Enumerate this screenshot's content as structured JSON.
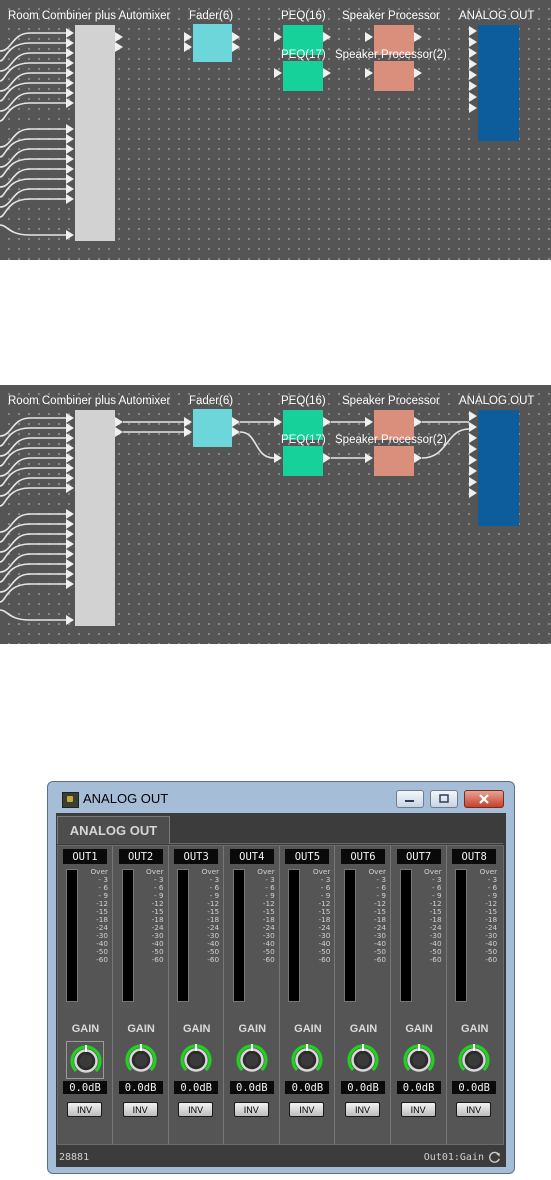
{
  "diagram": {
    "block_titles": {
      "room_combiner": "Room Combiner plus Automixer",
      "fader": "Fader(6)",
      "peq1": "PEQ(16)",
      "peq2": "PEQ(17)",
      "sp1": "Speaker Processor",
      "sp2": "Speaker Processor(2)",
      "analog_out": "ANALOG OUT"
    },
    "colors": {
      "canvas": "#555555",
      "room_combiner": "#d2d2d2",
      "fader": "#6cd6da",
      "peq": "#16d199",
      "speaker_processor": "#da8f7c",
      "analog_out": "#0d5c9b"
    }
  },
  "window": {
    "title": "ANALOG OUT",
    "tab": "ANALOG OUT",
    "gain_label": "GAIN",
    "inv_label": "INV",
    "meter_scale": [
      "Over",
      "- 3",
      "- 6",
      "- 9",
      "-12",
      "-15",
      "-18",
      "-24",
      "-30",
      "-40",
      "-50",
      "-60"
    ],
    "channels": [
      {
        "name": "OUT1",
        "gain": "0.0dB"
      },
      {
        "name": "OUT2",
        "gain": "0.0dB"
      },
      {
        "name": "OUT3",
        "gain": "0.0dB"
      },
      {
        "name": "OUT4",
        "gain": "0.0dB"
      },
      {
        "name": "OUT5",
        "gain": "0.0dB"
      },
      {
        "name": "OUT6",
        "gain": "0.0dB"
      },
      {
        "name": "OUT7",
        "gain": "0.0dB"
      },
      {
        "name": "OUT8",
        "gain": "0.0dB"
      }
    ],
    "status_left": "28881",
    "status_right": "Out01:Gain",
    "icons": {
      "minimize": "minimize-icon",
      "maximize": "maximize-icon",
      "close": "close-icon",
      "refresh": "refresh-icon"
    }
  }
}
